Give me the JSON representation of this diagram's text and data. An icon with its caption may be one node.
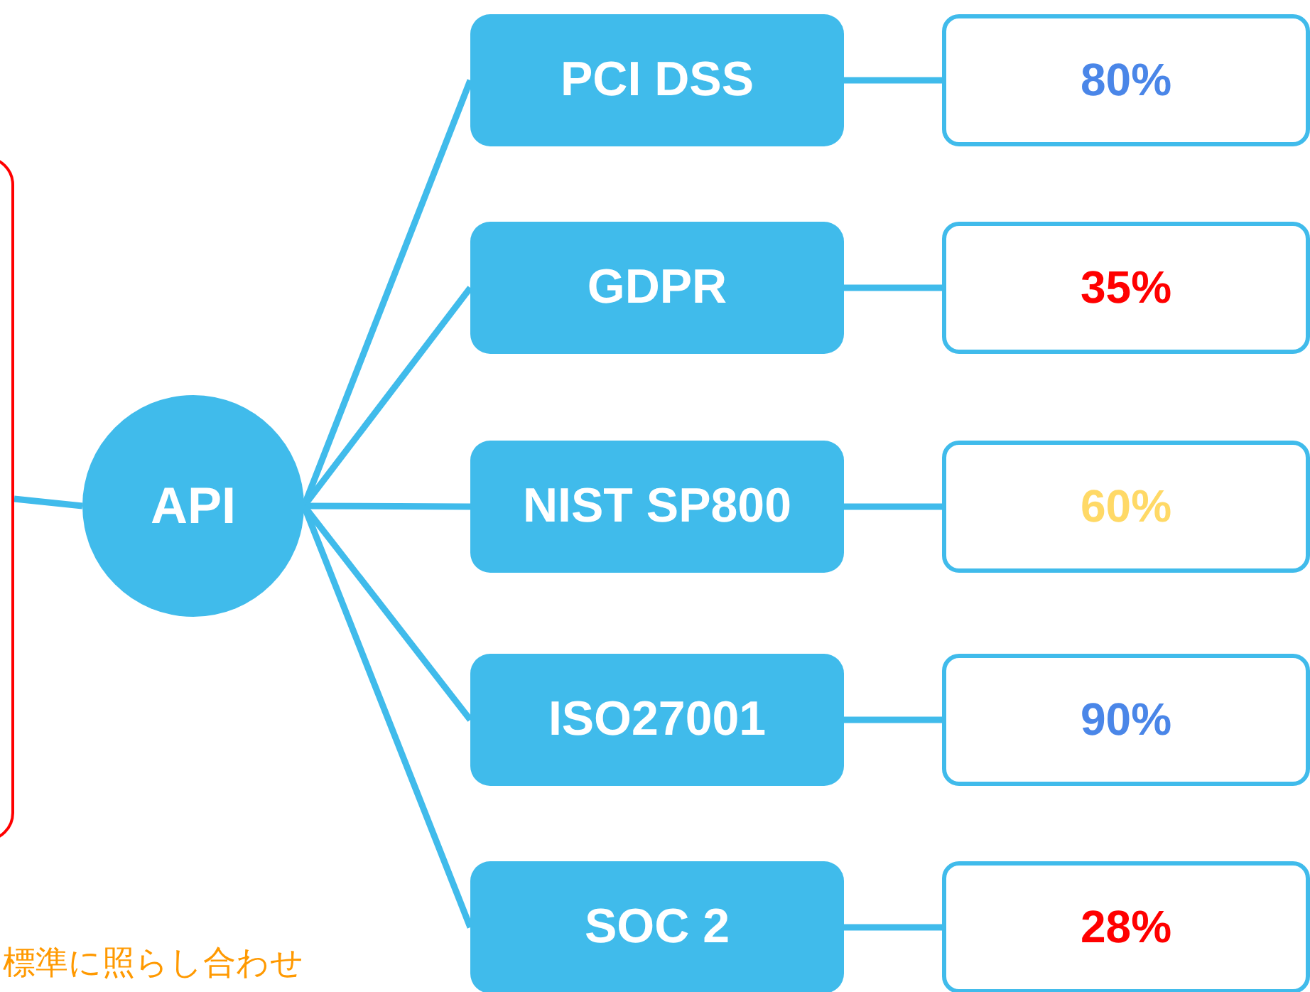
{
  "diagram": {
    "nodes": [
      {
        "text": [],
        "shape": "box"
      },
      {
        "text": [
          "API"
        ]
      },
      {
        "text": [
          "PCI DSS"
        ]
      },
      {
        "text": [
          "GDPR"
        ]
      },
      {
        "text": [
          "NIST SP800"
        ]
      },
      {
        "text": [
          "ISO27001"
        ]
      },
      {
        "text": [
          "SOC 2"
        ]
      },
      {
        "text": [
          "80%"
        ]
      },
      {
        "text": [
          "35%"
        ]
      },
      {
        "text": [
          "60%"
        ]
      },
      {
        "text": [
          "90%"
        ]
      },
      {
        "text": [
          "28%"
        ]
      }
    ],
    "edges": [
      {
        "from": 0,
        "to": 1,
        "arrow": "none"
      },
      {
        "from": 1,
        "to": 2,
        "arrow": "none"
      },
      {
        "from": 1,
        "to": 3,
        "arrow": "none"
      },
      {
        "from": 1,
        "to": 4,
        "arrow": "none"
      },
      {
        "from": 1,
        "to": 5,
        "arrow": "none"
      },
      {
        "from": 1,
        "to": 6,
        "arrow": "none"
      },
      {
        "from": 2,
        "to": 7,
        "arrow": "none"
      },
      {
        "from": 3,
        "to": 8,
        "arrow": "none"
      },
      {
        "from": 4,
        "to": 9,
        "arrow": "none"
      },
      {
        "from": 5,
        "to": 10,
        "arrow": "none"
      },
      {
        "from": 6,
        "to": 11,
        "arrow": "none"
      }
    ],
    "labels": [
      "標準に照らし合わせ"
    ]
  }
}
